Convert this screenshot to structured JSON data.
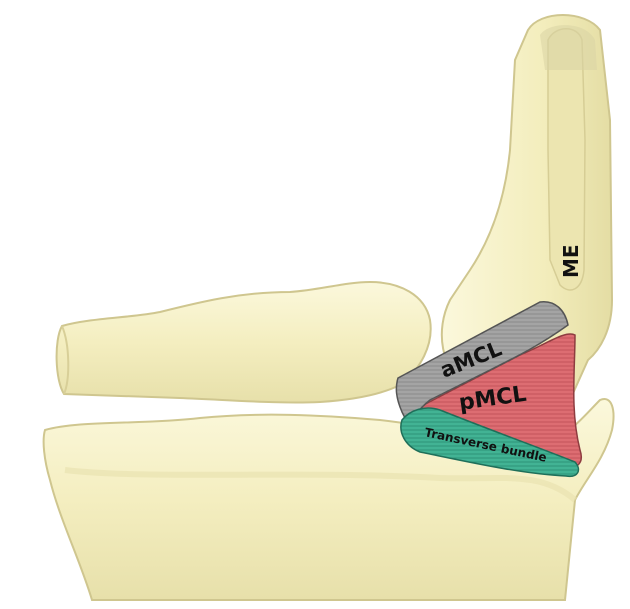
{
  "labels": {
    "medial_epicondyle": "ME",
    "anterior_mcl": "aMCL",
    "posterior_mcl": "pMCL",
    "transverse_bundle": "Transverse bundle"
  },
  "colors": {
    "bone_fill": "#f6f1c2",
    "bone_shadow": "#ded7a0",
    "bone_edge": "#c9c18a",
    "amcl": "#9a9a9a",
    "pmcl": "#d9646a",
    "transverse": "#3aaa8e",
    "background": "#ffffff"
  }
}
